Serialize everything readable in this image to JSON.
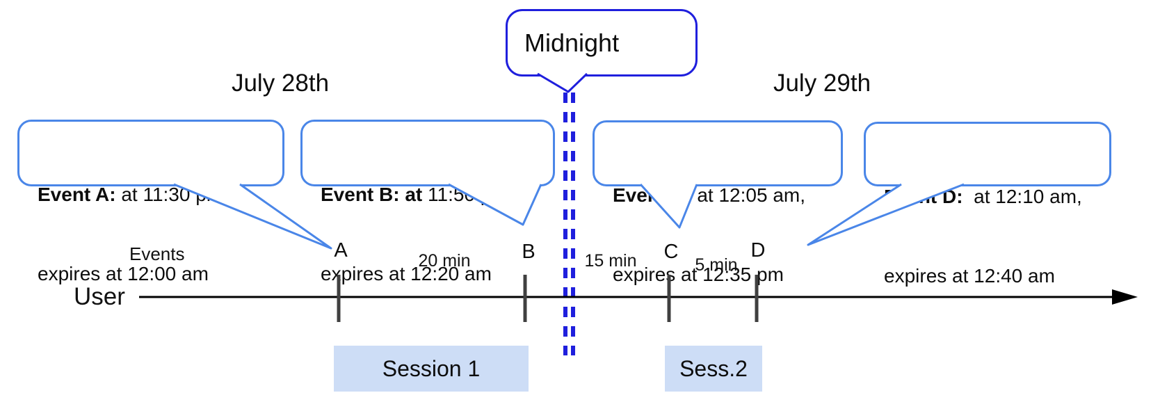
{
  "diagram": {
    "dates": {
      "left": "July 28th",
      "right": "July 29th"
    },
    "midnight_label": "Midnight",
    "axis": {
      "events_label": "Events",
      "user_label": "User"
    },
    "event_callouts": [
      {
        "event": "A",
        "bold": "Event A:",
        "rest": " at 11:30 pm,",
        "line2": "expires at 12:00 am"
      },
      {
        "event": "B",
        "bold": "Event B: at",
        "rest": " 11:50 pm,",
        "line2": "expires at 12:20 am"
      },
      {
        "event": "C",
        "bold": "Event C:",
        "rest": " at 12:05 am,",
        "line2": "expires at 12:35 pm"
      },
      {
        "event": "D",
        "bold": "Event D:",
        "rest": "  at 12:10 am,",
        "line2": "expires at 12:40 am"
      }
    ],
    "tick_labels": [
      "A",
      "B",
      "C",
      "D"
    ],
    "interval_labels": [
      "20 min",
      "15 min",
      "5 min"
    ],
    "session_labels": [
      "Session 1",
      "Sess.2"
    ],
    "colors": {
      "callout_border": "#4a86e8",
      "midnight_blue": "#1f1fdd",
      "session_fill": "#cdddf6",
      "tick_gray": "#404040",
      "timeline": "#000000"
    }
  }
}
